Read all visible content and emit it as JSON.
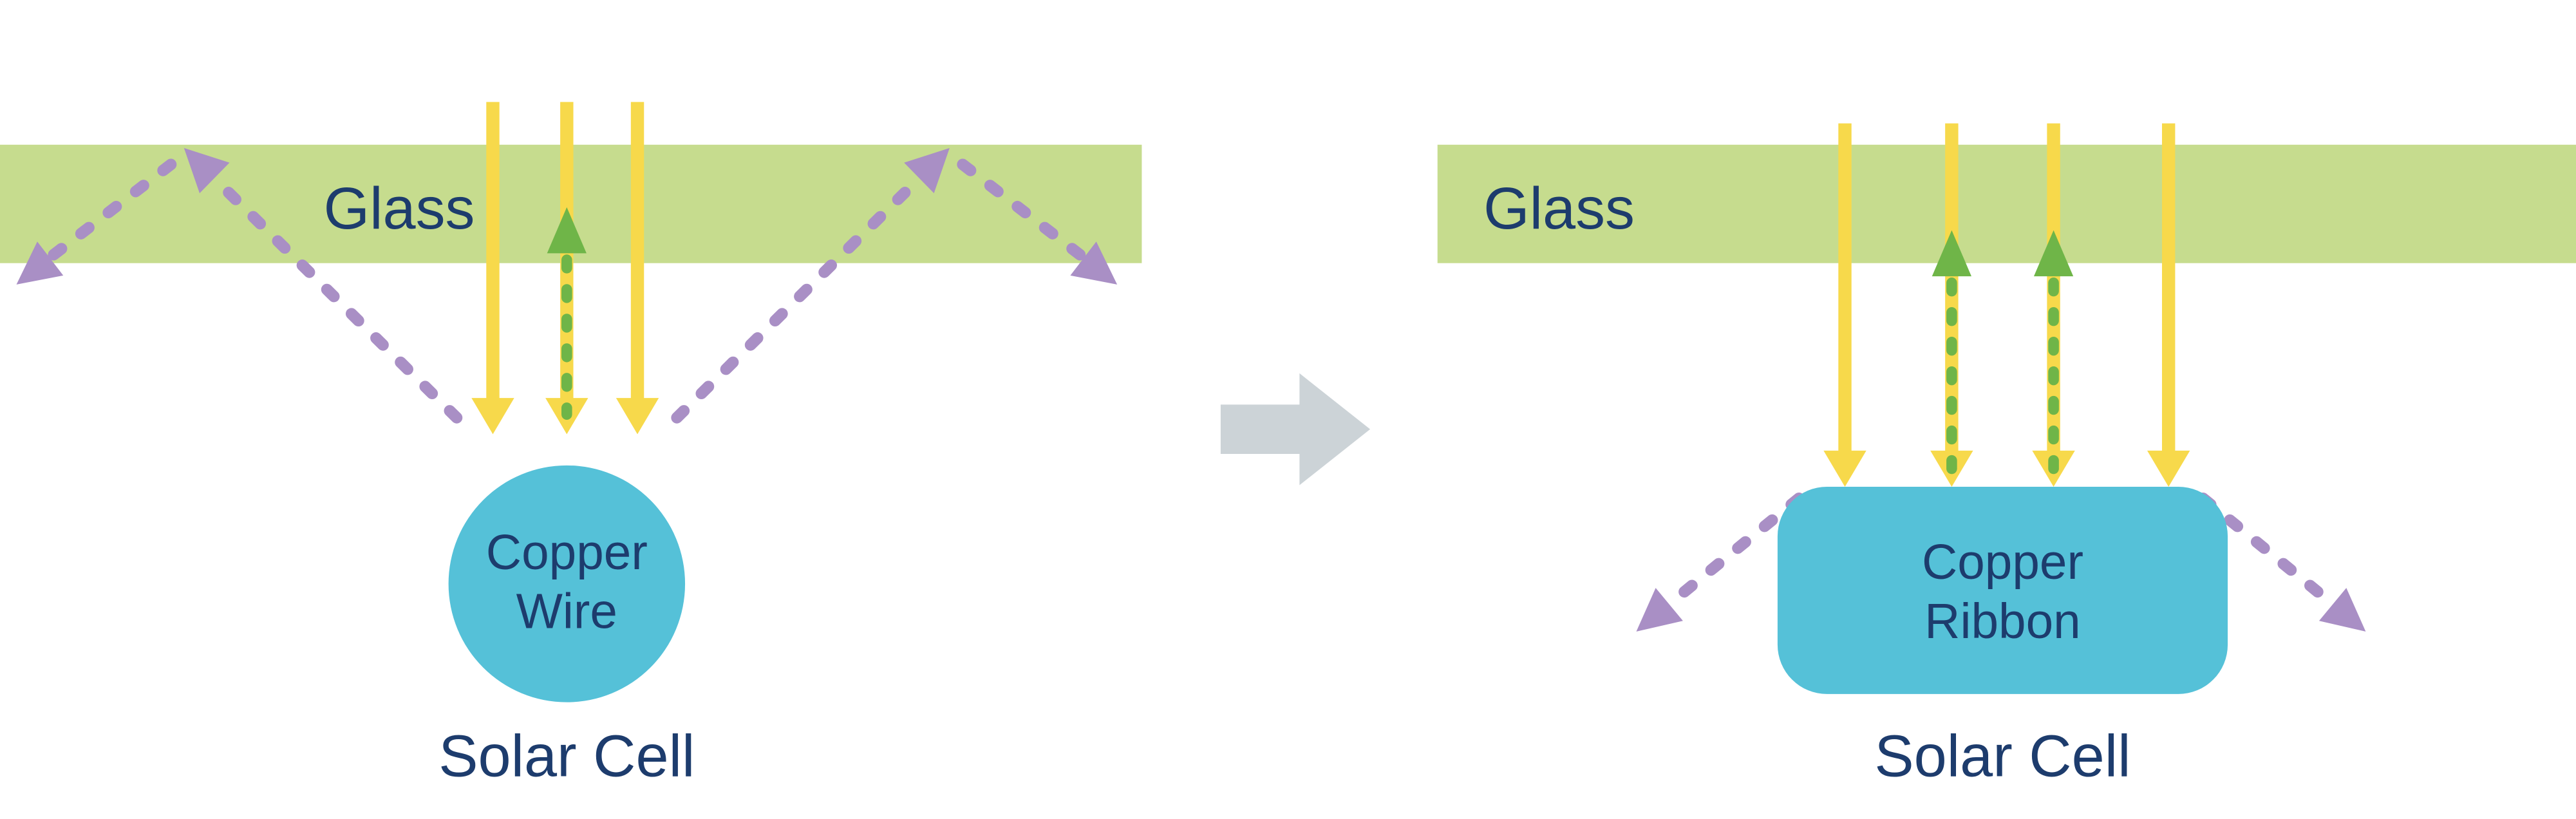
{
  "left": {
    "glass_label": "Glass",
    "component": {
      "line1": "Copper",
      "line2": "Wire"
    },
    "caption": "Solar Cell"
  },
  "right": {
    "glass_label": "Glass",
    "component": {
      "line1": "Copper",
      "line2": "Ribbon"
    },
    "caption": "Solar Cell"
  },
  "colors": {
    "glass": "#c6dc8e",
    "sunlight": "#f7d94b",
    "reflected": "#6fb548",
    "escaped": "#a98fc5",
    "copper": "#55c1d8",
    "text": "#1d3c6d",
    "transition": "#ccd3d7"
  }
}
